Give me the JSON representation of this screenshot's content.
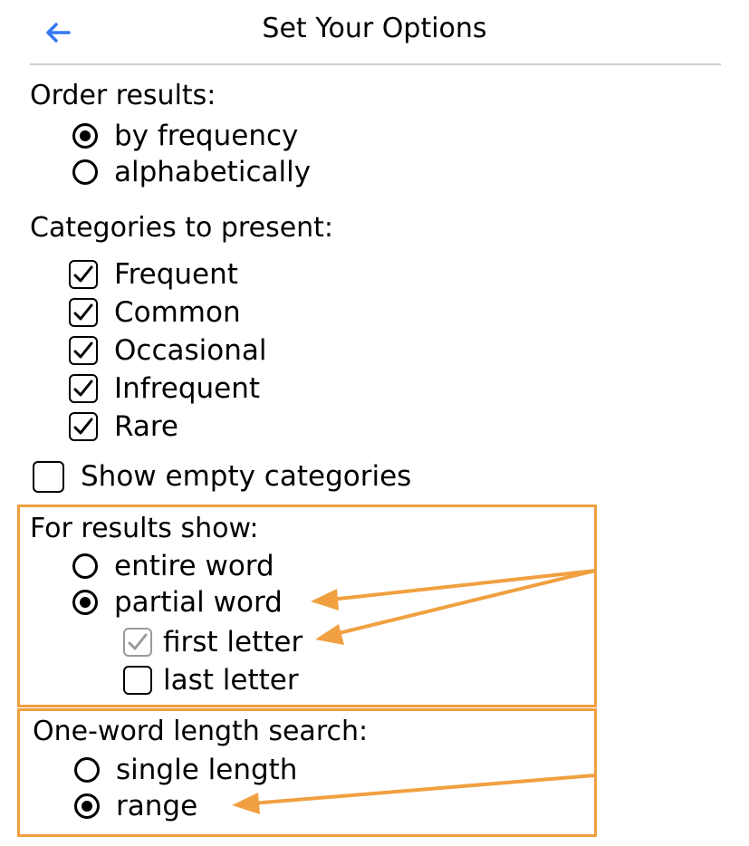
{
  "header": {
    "title": "Set Your Options",
    "back_icon": "arrow-left-icon"
  },
  "colors": {
    "accent": "#3478f6",
    "annotation": "#f0a040",
    "divider": "#cfcfcf"
  },
  "order": {
    "label": "Order results:",
    "options": [
      {
        "label": "by frequency",
        "selected": true
      },
      {
        "label": "alphabetically",
        "selected": false
      }
    ]
  },
  "categories": {
    "label": "Categories to present:",
    "items": [
      {
        "label": "Frequent",
        "checked": true
      },
      {
        "label": "Common",
        "checked": true
      },
      {
        "label": "Occasional",
        "checked": true
      },
      {
        "label": "Infrequent",
        "checked": true
      },
      {
        "label": "Rare",
        "checked": true
      }
    ],
    "show_empty": {
      "label": "Show empty categories",
      "checked": false
    }
  },
  "results_show": {
    "label": "For results show:",
    "options": [
      {
        "label": "entire word",
        "selected": false
      },
      {
        "label": "partial word",
        "selected": true
      }
    ],
    "sub": [
      {
        "label": "first letter",
        "checked": true,
        "disabled": true
      },
      {
        "label": "last letter",
        "checked": false
      }
    ]
  },
  "length_search": {
    "label": "One-word length search:",
    "options": [
      {
        "label": "single length",
        "selected": false
      },
      {
        "label": "range",
        "selected": true
      }
    ]
  }
}
